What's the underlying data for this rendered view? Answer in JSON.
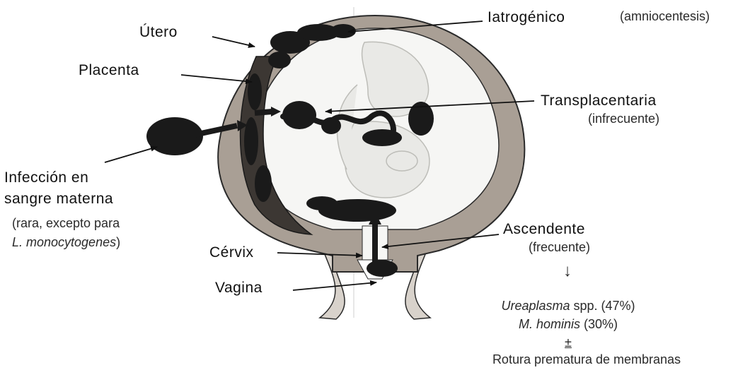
{
  "labels": {
    "utero": "Útero",
    "placenta": "Placenta",
    "iatrogenico": "Iatrogénico",
    "amniocentesis": "(amniocentesis)",
    "transplacentaria": "Transplacentaria",
    "infrecuente": "(infrecuente)",
    "infeccion_line1": "Infección en",
    "infeccion_line2": "sangre materna",
    "rara_line1": "(rara, excepto para",
    "rara_species": "L. monocytogenes",
    "rara_close": ")",
    "ascendente": "Ascendente",
    "frecuente": "(frecuente)",
    "down_arrow": "↓",
    "cervix": "Cérvix",
    "vagina": "Vagina",
    "ureaplasma_genus": "Ureaplasma",
    "ureaplasma_rest": " spp. (47%)",
    "hominis_species": "M. hominis",
    "hominis_rest": " (30%)",
    "plus_minus": "±",
    "rotura": "Rotura prematura de membranas"
  },
  "colors": {
    "uterus_wall": "#a99f95",
    "bacteria": "#1a1a1a",
    "outline": "#2a2a2a",
    "amniotic": "#f6f6f4",
    "fetus": "#e9e9e6"
  }
}
